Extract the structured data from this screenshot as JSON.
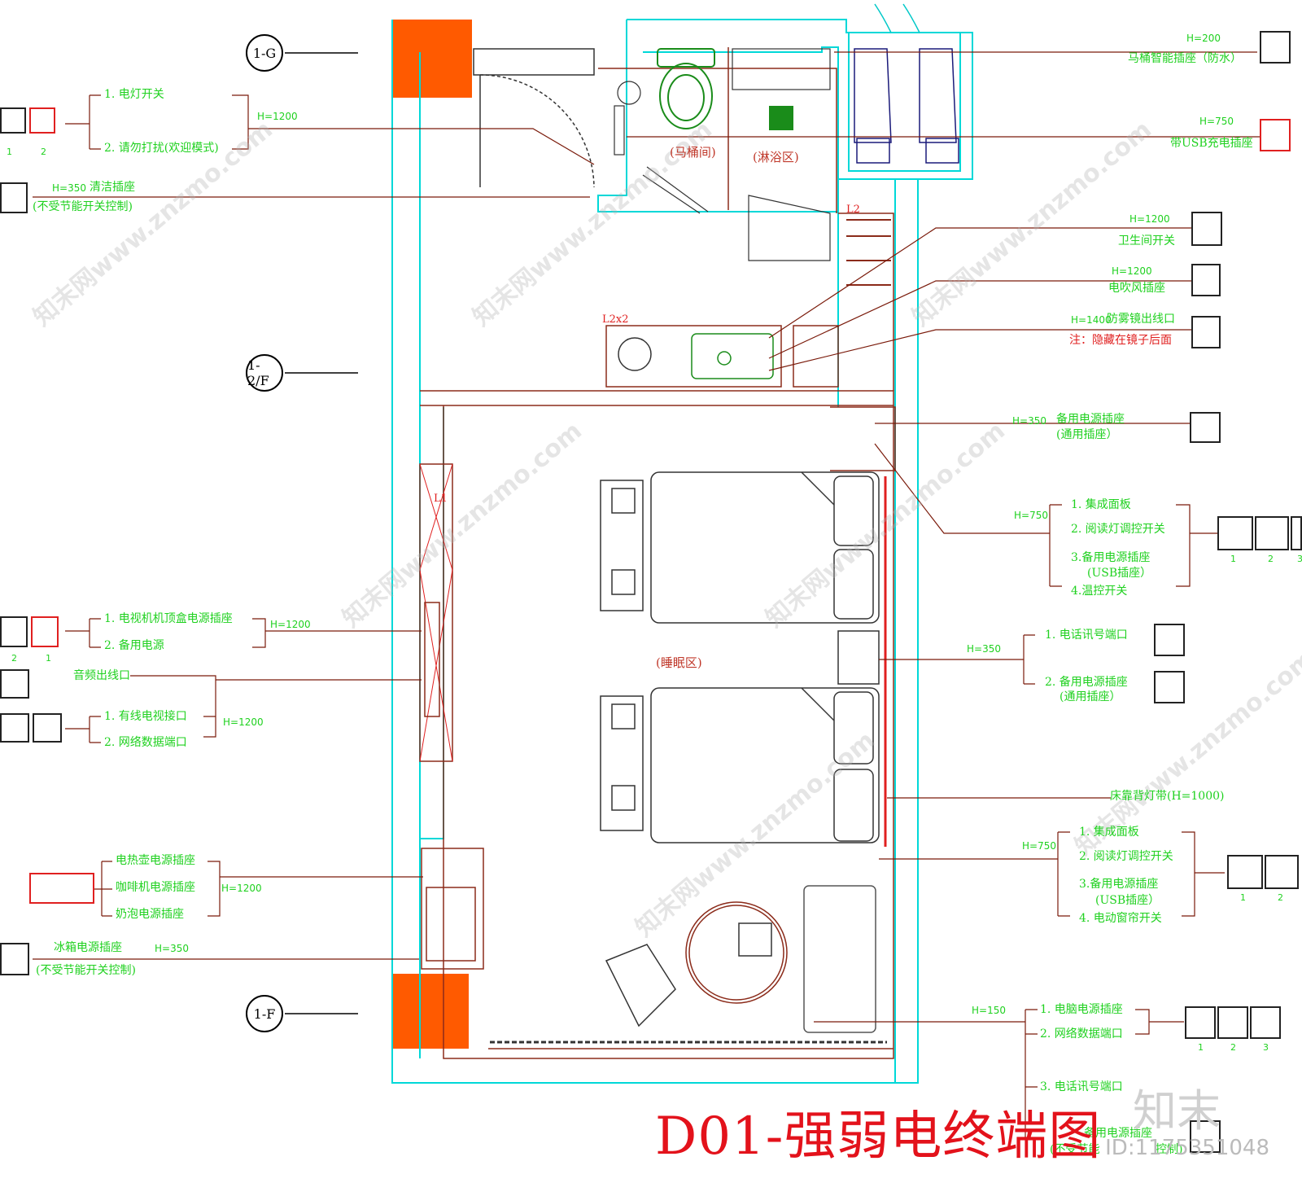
{
  "title": "D01-强弱电终端图",
  "axis_markers": [
    "1-G",
    "1-2/F",
    "1-F"
  ],
  "rooms": {
    "toilet": "(马桶间)",
    "shower": "(淋浴区)",
    "sleep": "(睡眠区)"
  },
  "plan_marks": {
    "l2": "L2",
    "l2x2": "L2x2",
    "l1": "L1"
  },
  "left_labels": {
    "light_switch": "1. 电灯开关",
    "dnd": "2. 请勿打扰(欢迎模式)",
    "h1200_a": "H=1200",
    "clean_h": "H=350",
    "clean": "清洁插座",
    "clean_note": "(不受节能开关控制)",
    "tv_power": "1. 电视机机顶盒电源插座",
    "spare_power": "2. 备用电源",
    "h1200_b": "H=1200",
    "audio": "音频出线口",
    "cable_tv": "1. 有线电视接口",
    "network": "2. 网络数据端口",
    "h1200_c": "H=1200",
    "kettle": "电热壶电源插座",
    "coffee": "咖啡机电源插座",
    "h1200_d": "H=1200",
    "milk": "奶泡电源插座",
    "fridge": "冰箱电源插座",
    "fridge_h": "H=350",
    "fridge_note": "(不受节能开关控制)",
    "nums_a": [
      "1",
      "2"
    ],
    "nums_b": [
      "2",
      "1"
    ]
  },
  "right_labels": {
    "toilet_h": "H=200",
    "toilet_socket": "马桶智能插座（防水）",
    "usb_h": "H=750",
    "usb_socket": "带USB充电插座",
    "bath_switch_h": "H=1200",
    "bath_switch": "卫生间开关",
    "dryer_h": "H=1200",
    "dryer": "电吹风插座",
    "mirror_h": "H=1400",
    "mirror": "防雾镜出线口",
    "mirror_note": "注：隐藏在镜子后面",
    "spare_h": "H=350",
    "spare": "备用电源插座",
    "spare_note": "(通用插座）",
    "bed1_h": "H=750",
    "bed1_items": [
      "1. 集成面板",
      "2. 阅读灯调控开关",
      "3.备用电源插座",
      "(USB插座）",
      "4.温控开关"
    ],
    "phone_h": "H=350",
    "phone": "1. 电话讯号端口",
    "general": "2. 备用电源插座",
    "general_note": "(通用插座）",
    "headboard": "床靠背灯带(H=1000)",
    "bed2_h": "H=750",
    "bed2_items": [
      "1. 集成面板",
      "2. 阅读灯调控开关",
      "3.备用电源插座",
      "(USB插座）",
      "4. 电动窗帘开关"
    ],
    "desk_h": "H=150",
    "desk_items": [
      "1. 电脑电源插座",
      "2. 网络数据端口",
      "3. 电话讯号端口"
    ],
    "desk_spare": "备用电源插座",
    "desk_note": "(不受节能",
    "desk_note2": "控制)",
    "nums_c": [
      "1",
      "2",
      "3"
    ],
    "nums_d": [
      "1",
      "2",
      "3"
    ],
    "nums_e": [
      "1",
      "2"
    ]
  },
  "watermark": "知末网www.znzmo.com",
  "brand": "知末",
  "id_text": "ID:1175351048",
  "colors": {
    "wall": "#00e5e5",
    "furniture": "#8b2b1a",
    "label": "#1fd11f",
    "leader": "#7a1a0a",
    "column": "#ff5a00",
    "title": "#e3121b"
  }
}
